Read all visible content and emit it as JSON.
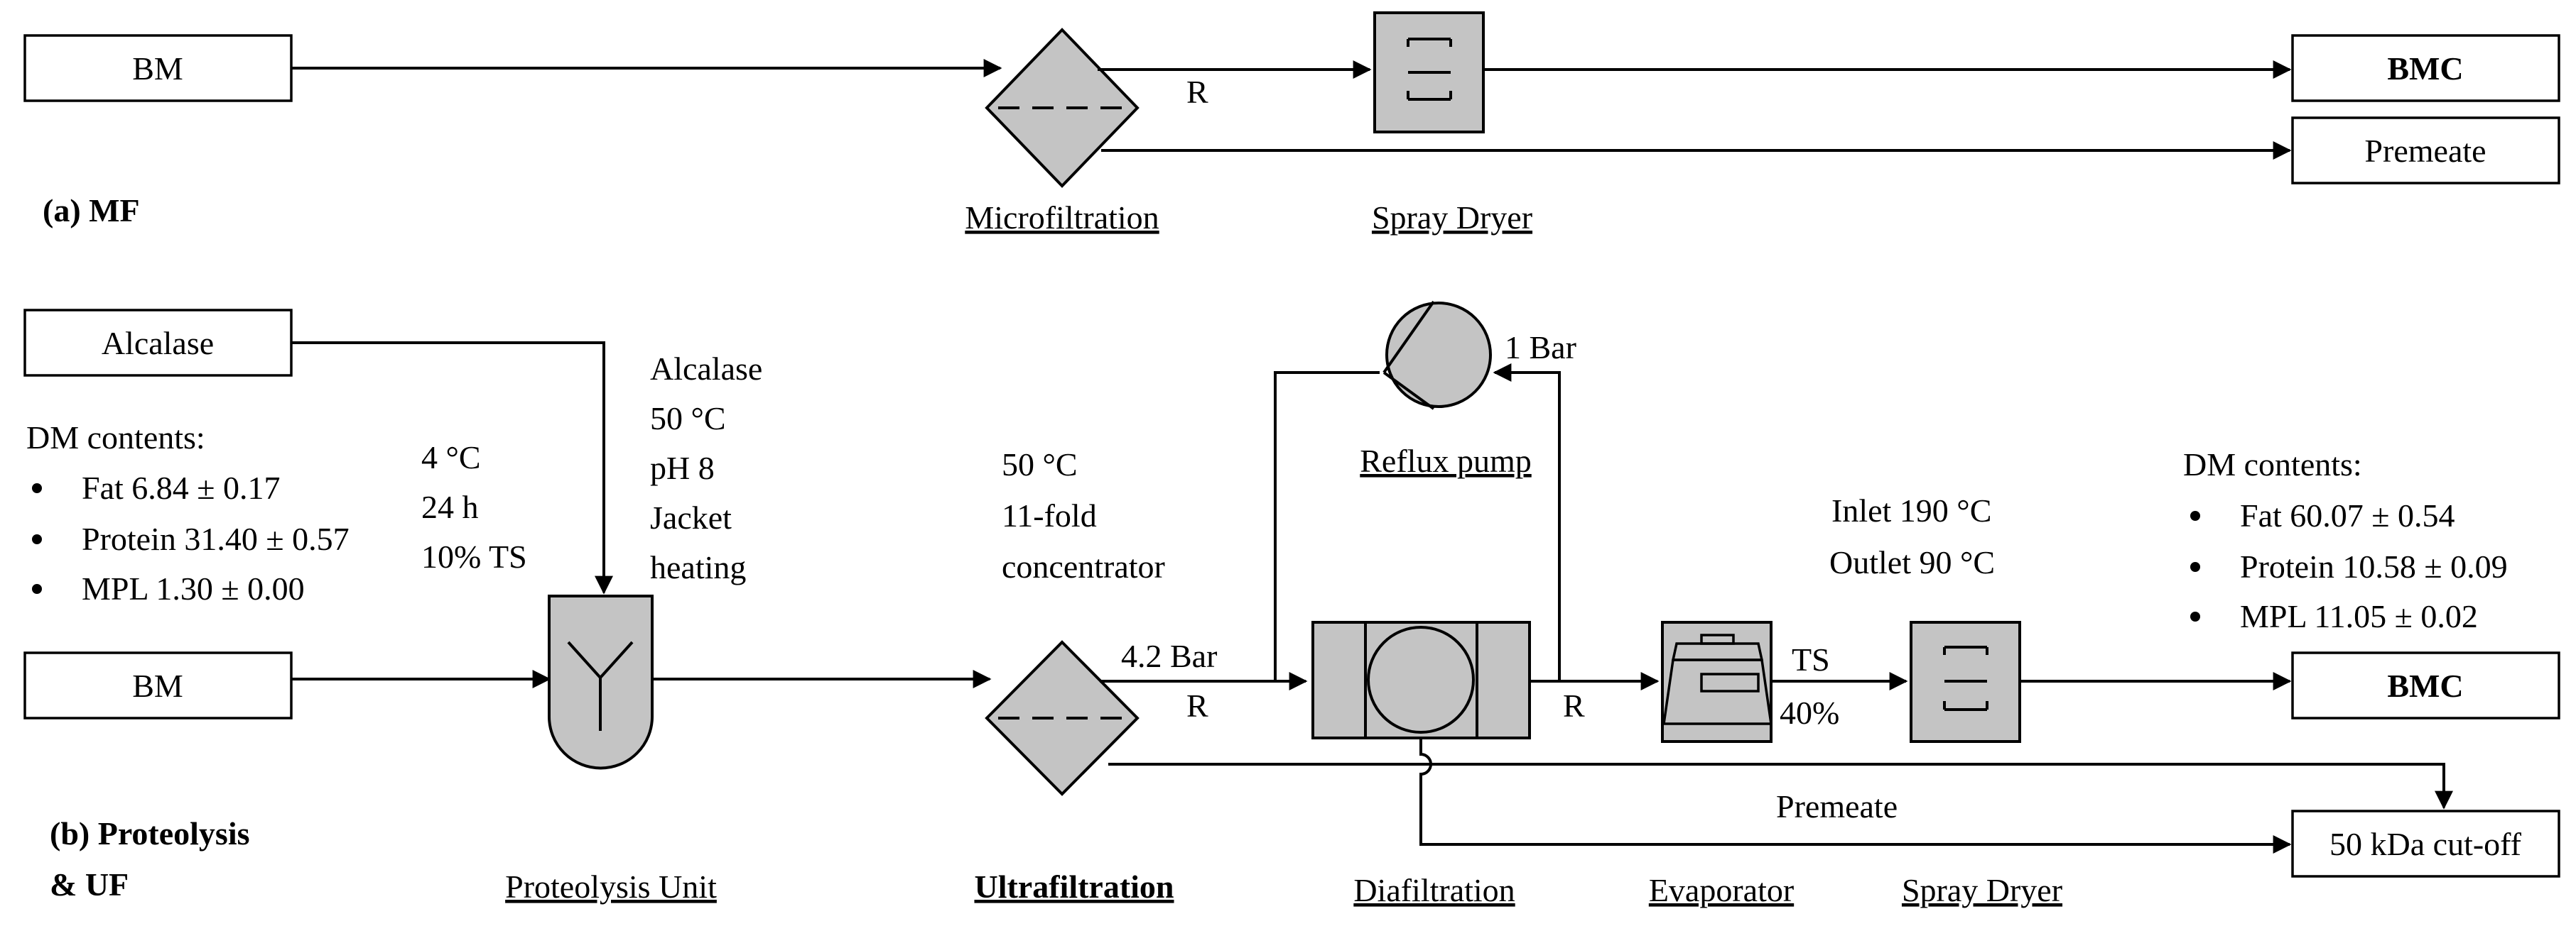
{
  "mf": {
    "section_label": "(a) MF",
    "input_box": "BM",
    "retentate_label": "R",
    "output_bmc": "BMC",
    "output_permeate": "Premeate",
    "units": {
      "microfiltration": "Microfiltration",
      "spray_dryer": "Spray Dryer"
    }
  },
  "uf": {
    "section_label_line1": "(b) Proteolysis",
    "section_label_line2": "& UF",
    "alcalase_box": "Alcalase",
    "input_box": "BM",
    "dm_input": {
      "title": "DM contents:",
      "items": [
        "Fat 6.84 ± 0.17",
        "Protein 31.40 ± 0.57",
        "MPL 1.30 ± 0.00"
      ]
    },
    "storage_conditions": [
      "4 °C",
      "24 h",
      "10% TS"
    ],
    "proteolysis_conditions": [
      "Alcalase",
      "50 °C",
      "pH 8",
      "Jacket",
      "heating"
    ],
    "uf_conditions": [
      "50 °C",
      "11-fold",
      "concentrator"
    ],
    "pressure_uf": "4.2 Bar",
    "retentate_uf": "R",
    "pressure_pump": "1 Bar",
    "retentate_df": "R",
    "ts_label": "TS",
    "ts_value": "40%",
    "dryer_conditions": [
      "Inlet 190 °C",
      "Outlet 90 °C"
    ],
    "dm_output": {
      "title": "DM contents:",
      "items": [
        "Fat 60.07 ± 0.54",
        "Protein 10.58 ± 0.09",
        "MPL 11.05 ± 0.02"
      ]
    },
    "output_bmc": "BMC",
    "permeate_label": "Premeate",
    "cutoff_box": "50 kDa cut-off",
    "units": {
      "proteolysis": "Proteolysis Unit",
      "ultrafiltration": "Ultrafiltration",
      "reflux_pump": "Reflux pump",
      "diafiltration": "Diafiltration",
      "evaporator": "Evaporator",
      "spray_dryer": "Spray Dryer"
    }
  }
}
